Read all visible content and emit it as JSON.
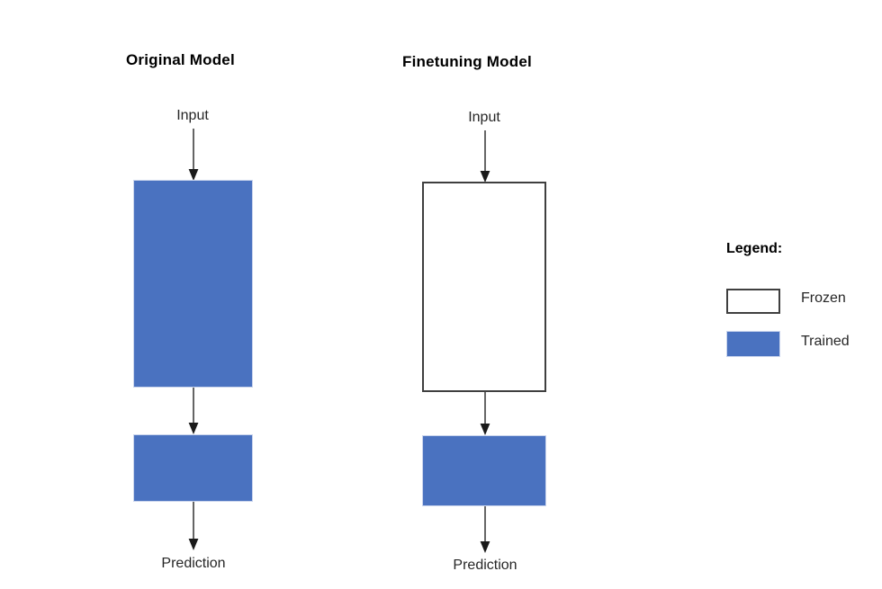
{
  "diagram": {
    "background_color": "#ffffff",
    "trained_color": "#4a72c0",
    "frozen_color": "#ffffff",
    "frozen_border_color": "#3f3f3f",
    "arrow_color": "#3f3f3f"
  },
  "columns": [
    {
      "id": "original-model",
      "title": "Original Model",
      "input_label": "Input",
      "output_label": "Prediction",
      "blocks": [
        {
          "id": "original-backbone",
          "state": "Trained"
        },
        {
          "id": "original-head",
          "state": "Trained"
        }
      ]
    },
    {
      "id": "finetuning-model",
      "title": "Finetuning Model",
      "input_label": "Input",
      "output_label": "Prediction",
      "blocks": [
        {
          "id": "finetuning-backbone",
          "state": "Frozen"
        },
        {
          "id": "finetuning-head",
          "state": "Trained"
        }
      ]
    }
  ],
  "legend": {
    "title": "Legend:",
    "items": [
      {
        "swatch": "frozen",
        "label": "Frozen"
      },
      {
        "swatch": "trained",
        "label": "Trained"
      }
    ]
  }
}
